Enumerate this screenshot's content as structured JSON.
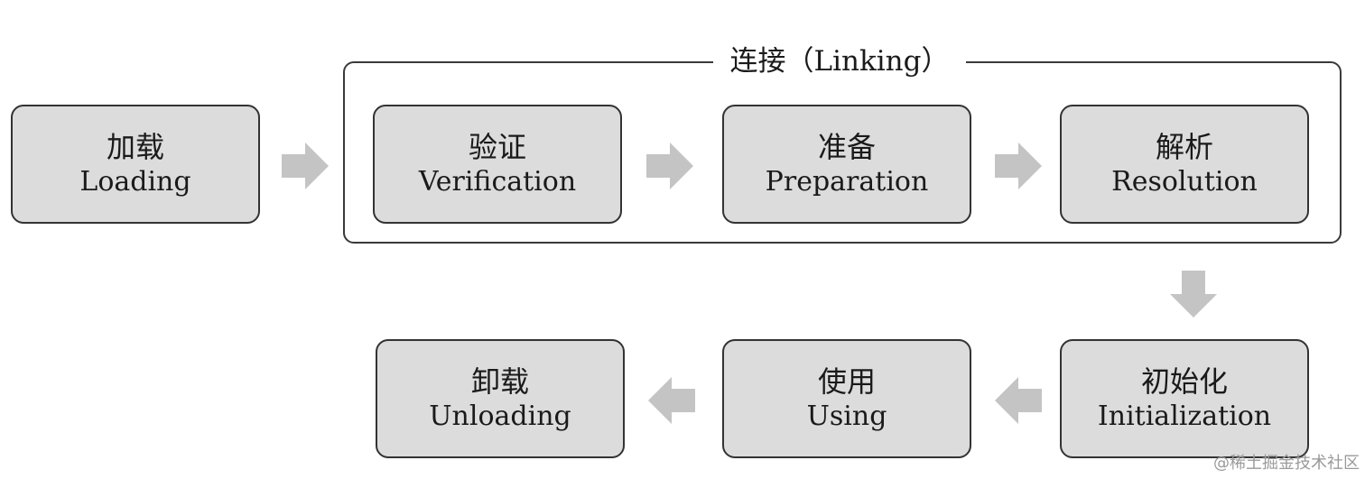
{
  "linking_group": {
    "title": "连接（Linking）"
  },
  "stages": {
    "loading": {
      "cn": "加载",
      "en": "Loading"
    },
    "verification": {
      "cn": "验证",
      "en": "Verification"
    },
    "preparation": {
      "cn": "准备",
      "en": "Preparation"
    },
    "resolution": {
      "cn": "解析",
      "en": "Resolution"
    },
    "initialization": {
      "cn": "初始化",
      "en": "Initialization"
    },
    "using": {
      "cn": "使用",
      "en": "Using"
    },
    "unloading": {
      "cn": "卸载",
      "en": "Unloading"
    }
  },
  "arrows": [
    {
      "from": "加载",
      "to": "验证",
      "direction": "right"
    },
    {
      "from": "验证",
      "to": "准备",
      "direction": "right"
    },
    {
      "from": "准备",
      "to": "解析",
      "direction": "right"
    },
    {
      "from": "解析",
      "to": "初始化",
      "direction": "down"
    },
    {
      "from": "初始化",
      "to": "使用",
      "direction": "left"
    },
    {
      "from": "使用",
      "to": "卸载",
      "direction": "left"
    }
  ],
  "colors": {
    "box_fill": "#dcdcdc",
    "box_border": "#333333",
    "arrow_fill": "#c4c4c4",
    "group_border": "#3a3a3a"
  },
  "watermark": "@稀土掘金技术社区"
}
